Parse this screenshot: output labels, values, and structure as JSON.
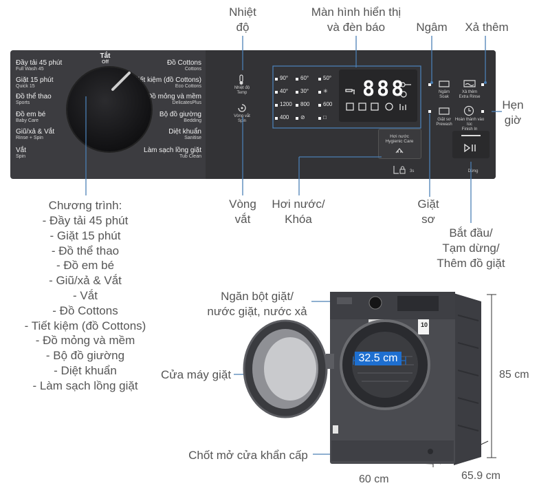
{
  "callouts": {
    "temperature": "Nhiệt\nđộ",
    "display": "Màn hình hiển thị\nvà đèn báo",
    "soak": "Ngâm",
    "extra_rinse": "Xả thêm",
    "delay": "Hẹn\ngiờ",
    "programs_title": "Chương trình:",
    "programs": [
      "- Đầy tải 45 phút",
      "- Giặt 15 phút",
      "- Đồ thể thao",
      "- Đồ em bé",
      "- Giũ/xả & Vắt",
      "- Vắt",
      "- Đồ Cottons",
      "- Tiết kiệm (đồ Cottons)",
      "- Đồ mỏng và mềm",
      "- Bộ đồ giường",
      "- Diệt khuẩn",
      "- Làm sạch lồng giặt"
    ],
    "spin": "Vòng\nvắt",
    "steam_lock": "Hơi nước/\nKhóa",
    "prewash": "Giặt\nsơ",
    "start": "Bắt đầu/\nTạm dừng/\nThêm đồ giặt",
    "detergent": "Ngăn bột giặt/\nnước giặt, nước xả",
    "door": "Cửa máy giặt",
    "emergency": "Chốt mở cửa khẩn cấp"
  },
  "panel": {
    "off_label": "Tắt",
    "off_sub": "Off",
    "left_programs": [
      {
        "vi": "Đầy tải 45 phút",
        "en": "Full Wash 45"
      },
      {
        "vi": "Giặt 15 phút",
        "en": "Quick 15"
      },
      {
        "vi": "Đồ thể thao",
        "en": "Sports"
      },
      {
        "vi": "Đồ em bé",
        "en": "Baby Care"
      },
      {
        "vi": "Giũ/xả & Vắt",
        "en": "Rinse + Spin"
      },
      {
        "vi": "Vắt",
        "en": "Spin"
      }
    ],
    "right_programs": [
      {
        "vi": "Đồ Cottons",
        "en": "Cottons"
      },
      {
        "vi": "Tiết kiệm (đồ Cottons)",
        "en": "Eco Cottons"
      },
      {
        "vi": "Đồ mỏng và mềm",
        "en": "DelicatesPlus"
      },
      {
        "vi": "Bộ đồ giường",
        "en": "Bedding"
      },
      {
        "vi": "Diệt khuẩn",
        "en": "Sanitise"
      },
      {
        "vi": "Làm sạch lồng giặt",
        "en": "Tub Clean"
      }
    ],
    "temp_vi": "Nhiệt độ",
    "temp_en": "Temp",
    "spin_vi": "Vòng vắt",
    "spin_en": "Spin",
    "temps": [
      "90°",
      "60°",
      "50°",
      "40°",
      "30°",
      "✳"
    ],
    "speeds": [
      "1200",
      "800",
      "600",
      "400",
      "⊘",
      "□"
    ],
    "digits": "888",
    "soak_vi": "Ngâm",
    "soak_en": "Soak",
    "extra_vi": "Xả thêm",
    "extra_en": "Extra Rinse",
    "prewash_vi": "Giặt sơ",
    "prewash_en": "Prewash",
    "finish_vi": "Hoàn thành vào lúc",
    "finish_en": "Finish In",
    "steam_vi": "Hơi nước",
    "steam_en": "Hygienic Care",
    "lock_text": "3s",
    "start_sub": "Dừng"
  },
  "machine": {
    "door_diameter": "32.5 cm",
    "badge": "10",
    "height": "85 cm",
    "width": "60 cm",
    "depth": "65.9 cm"
  },
  "colors": {
    "panel": "#3c3c40",
    "body": "#45464b",
    "accent": "#1e6fd0",
    "leader": "#4a7fb5"
  }
}
